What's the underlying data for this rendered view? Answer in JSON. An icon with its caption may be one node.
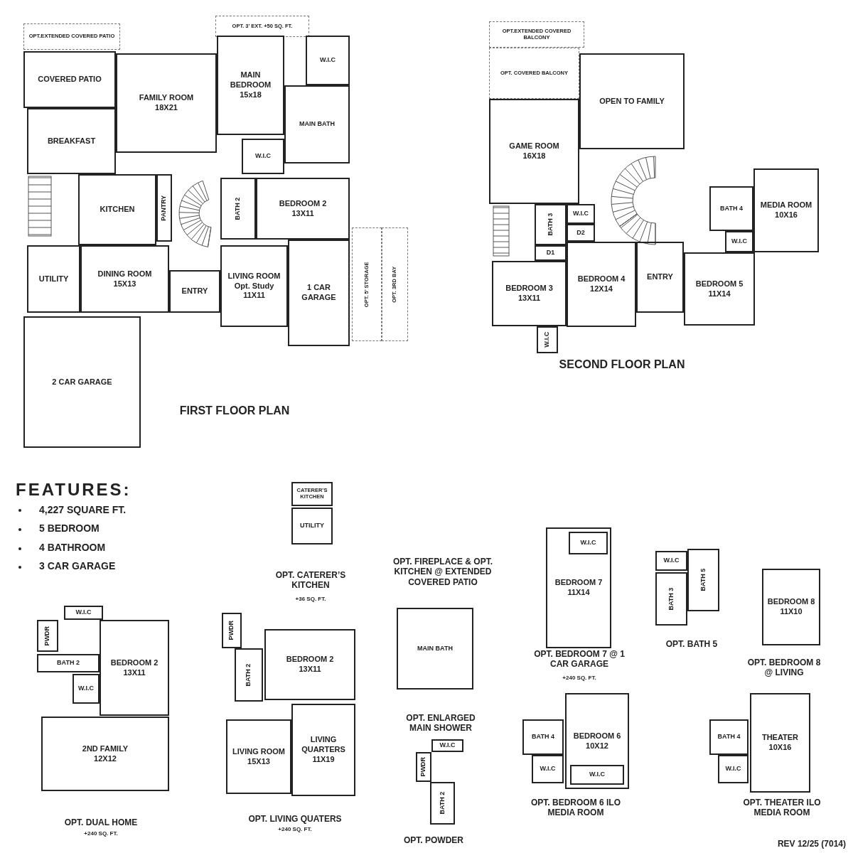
{
  "diagram": {
    "nodes": [
      {
        "text": [
          "OPT.EXTENDED COVERED PATIO"
        ]
      },
      {
        "text": [
          "COVERED PATIO"
        ]
      },
      {
        "text": [
          "OPT. 3’ EXT. +50 SQ. FT."
        ]
      },
      {
        "text": [
          "FAMILY ROOM",
          "18X21"
        ]
      },
      {
        "text": [
          "MAIN BEDROOM",
          "15x18"
        ]
      },
      {
        "text": [
          "W.I.C"
        ]
      },
      {
        "text": [
          "MAIN BATH"
        ]
      },
      {
        "text": [
          "W.I.C"
        ]
      },
      {
        "text": [
          "BREAKFAST"
        ]
      },
      {
        "text": [
          "KITCHEN"
        ]
      },
      {
        "text": [
          "PANTRY"
        ]
      },
      {
        "text": [
          "BATH 2"
        ]
      },
      {
        "text": [
          "BEDROOM 2",
          "13X11"
        ]
      },
      {
        "text": [
          "UTILITY"
        ]
      },
      {
        "text": [
          "DINING ROOM",
          "15X13"
        ]
      },
      {
        "text": [
          "ENTRY"
        ]
      },
      {
        "text": [
          "LIVING ROOM",
          "Opt. Study",
          "11X11"
        ]
      },
      {
        "text": [
          "1 CAR GARAGE"
        ]
      },
      {
        "text": [
          "OPT. 5’ STORAGE"
        ]
      },
      {
        "text": [
          "OPT. 3RD BAY"
        ]
      },
      {
        "text": [
          "2 CAR GARAGE"
        ]
      },
      {
        "text": [
          "OPT.EXTENDED COVERED BALCONY"
        ]
      },
      {
        "text": [
          "OPT. COVERED BALCONY"
        ]
      },
      {
        "text": [
          "OPEN TO FAMILY"
        ]
      },
      {
        "text": [
          "GAME ROOM",
          "16X18"
        ]
      },
      {
        "text": [
          "BATH 3"
        ]
      },
      {
        "text": [
          "W.I.C"
        ]
      },
      {
        "text": [
          "D2"
        ]
      },
      {
        "text": [
          "D1"
        ]
      },
      {
        "text": [
          "BEDROOM 3",
          "13X11"
        ]
      },
      {
        "text": [
          "W.I.C"
        ]
      },
      {
        "text": [
          "BEDROOM 4",
          "12X14"
        ]
      },
      {
        "text": [
          "ENTRY"
        ]
      },
      {
        "text": [
          "BATH 4"
        ]
      },
      {
        "text": [
          "W.I.C"
        ]
      },
      {
        "text": [
          "MEDIA ROOM",
          "10X16"
        ]
      },
      {
        "text": [
          "BEDROOM 5",
          "11X14"
        ]
      },
      {
        "text": [
          "CATERER’S KITCHEN"
        ]
      },
      {
        "text": [
          "UTILITY"
        ]
      },
      {
        "text": [
          "W.I.C"
        ]
      },
      {
        "text": [
          "PWDR"
        ]
      },
      {
        "text": [
          "BATH 2"
        ]
      },
      {
        "text": [
          "W.I.C"
        ]
      },
      {
        "text": [
          "BEDROOM 2",
          "13X11"
        ]
      },
      {
        "text": [
          "2ND FAMILY",
          "12X12"
        ]
      },
      {
        "text": [
          "PWDR"
        ]
      },
      {
        "text": [
          "BATH 2"
        ]
      },
      {
        "text": [
          "BEDROOM 2",
          "13X11"
        ]
      },
      {
        "text": [
          "LIVING ROOM",
          "15X13"
        ]
      },
      {
        "text": [
          "LIVING QUARTERS",
          "11X19"
        ]
      },
      {
        "text": [
          "MAIN BATH"
        ]
      },
      {
        "text": [
          "W.I.C"
        ]
      },
      {
        "text": [
          "PWDR"
        ]
      },
      {
        "text": [
          "BATH 2"
        ]
      },
      {
        "text": [
          "BEDROOM 7",
          "11X14"
        ]
      },
      {
        "text": [
          "W.I.C"
        ],
        "in": 54
      },
      {
        "text": [
          "W.I.C"
        ]
      },
      {
        "text": [
          "BATH 3"
        ]
      },
      {
        "text": [
          "BATH 5"
        ]
      },
      {
        "text": [
          "BEDROOM 8",
          "11X10"
        ]
      },
      {
        "text": [
          "BATH 4"
        ]
      },
      {
        "text": [
          "W.I.C"
        ]
      },
      {
        "text": [
          "BEDROOM 6",
          "10X12"
        ]
      },
      {
        "text": [
          "W.I.C"
        ],
        "in": 62
      },
      {
        "text": [
          "BATH 4"
        ]
      },
      {
        "text": [
          "W.I.C"
        ]
      },
      {
        "text": [
          "THEATER",
          "10X16"
        ]
      }
    ],
    "labels": [
      "FIRST FLOOR PLAN",
      "SECOND FLOOR PLAN",
      "FEATURES:",
      "4,227 SQUARE FT.",
      "5 BEDROOM",
      "4 BATHROOM",
      "3 CAR GARAGE",
      "OPT. CATERER’S KITCHEN",
      "+36 SQ. FT.",
      "OPT. FIREPLACE & OPT. KITCHEN @ EXTENDED COVERED PATIO",
      "OPT. DUAL HOME",
      "+240 SQ. FT.",
      "OPT. LIVING QUATERS",
      "+240 SQ. FT.",
      "OPT. ENLARGED MAIN SHOWER",
      "OPT. POWDER",
      "OPT. BEDROOM 7 @ 1 CAR GARAGE",
      "+240 SQ. FT.",
      "OPT. BATH 5",
      "OPT. BEDROOM 8 @ LIVING",
      "OPT. BEDROOM 6 ILO MEDIA ROOM",
      "OPT. THEATER ILO MEDIA ROOM",
      "REV 12/25 (7014)"
    ]
  }
}
